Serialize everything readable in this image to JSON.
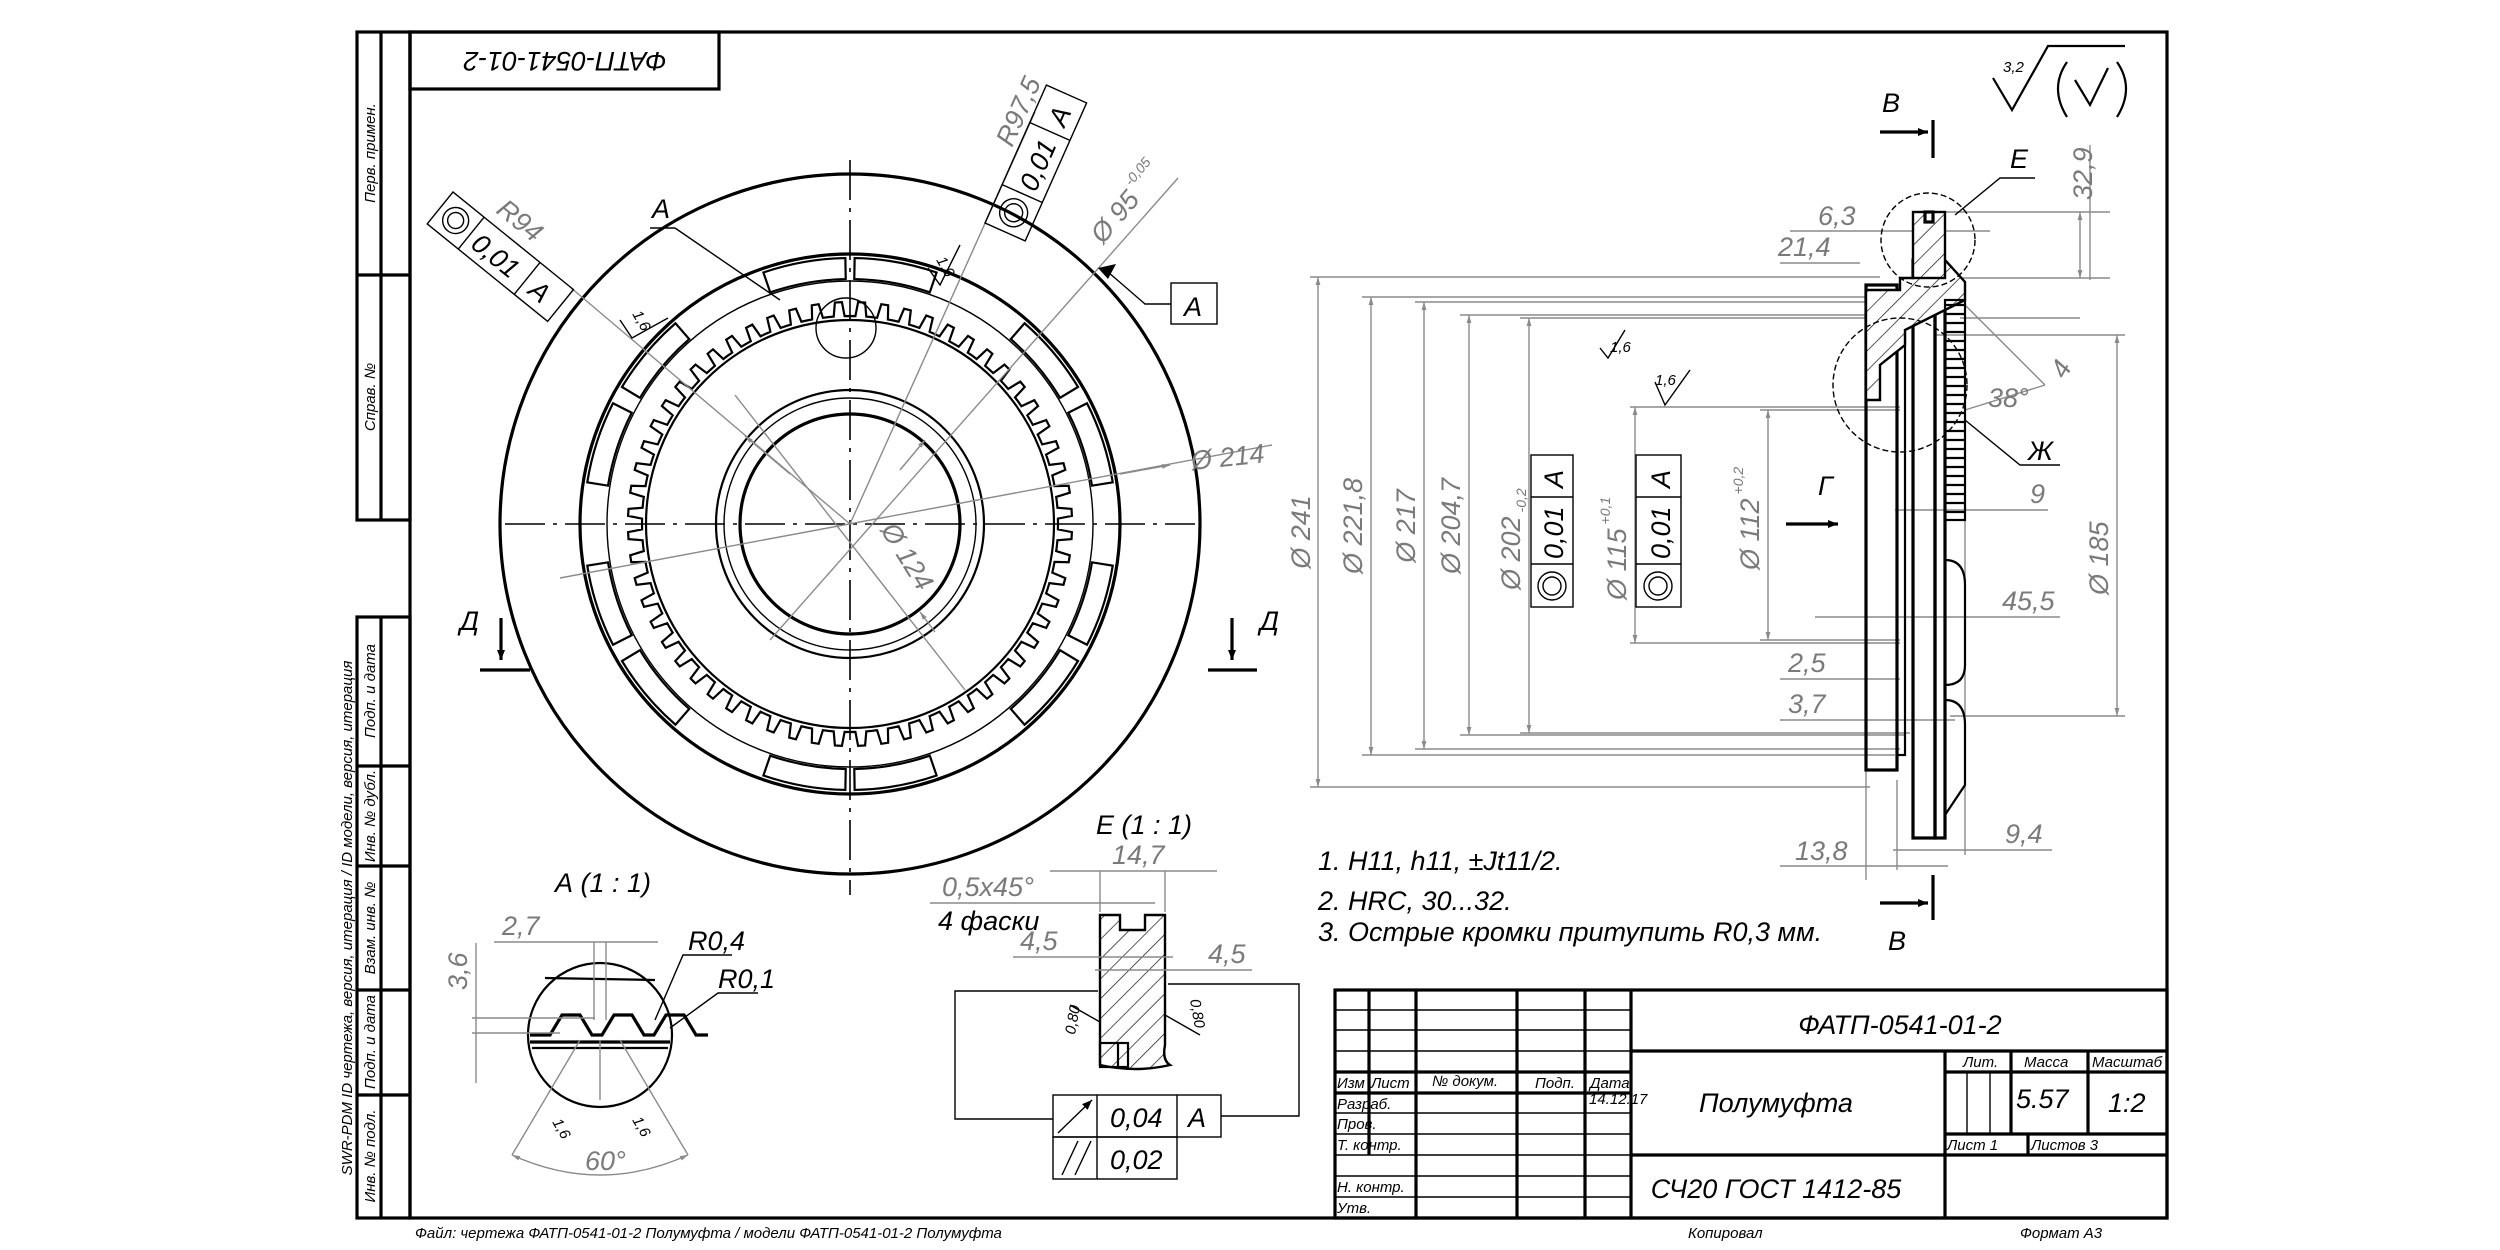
{
  "header_code_inverted": "ФАТП-0541-01-2",
  "roughness": {
    "general": "3,2"
  },
  "left_strip": {
    "top": [
      "Перв. примен.",
      "Справ. №"
    ],
    "bottom": [
      "Подп. и дата",
      "Инв. № дубл.",
      "Взам. инв. №",
      "Подп. и дата",
      "Инв. № подл."
    ],
    "pdm": "SWR-PDM ID чертежа, версия, итерация / ID модели, версия, итерация"
  },
  "main_view": {
    "view_label_a": "А",
    "r94": "R94",
    "fcf_left": {
      "value": "0,01",
      "datum": "A"
    },
    "r97": "R97,5",
    "fcf_top": {
      "value": "0,01",
      "datum": "A"
    },
    "d95": "Ø 95",
    "d95_tol": "-0,05",
    "datum": "A",
    "d214": "Ø 214",
    "d124": "Ø 124",
    "section_left": "Д",
    "section_right": "Д",
    "rough1": "1,6",
    "rough2": "1,6"
  },
  "section_view": {
    "b_top": "В",
    "b_bottom": "В",
    "e": "Е",
    "zh": "Ж",
    "g": "Г",
    "d32_9": "32,9",
    "d6_3": "6,3",
    "d21_4": "21,4",
    "d4": "4",
    "a38": "38°",
    "d9": "9",
    "d45_5": "45,5",
    "d185": "Ø 185",
    "d2_5": "2,5",
    "d3_7": "3,7",
    "d13_8": "13,8",
    "d9_4": "9,4",
    "d241": "Ø 241",
    "d221_8": "Ø 221,8",
    "d217": "Ø 217",
    "d204_7": "Ø 204,7",
    "d202": "Ø 202",
    "d202_tol": "-0,2",
    "d115": "Ø 115",
    "d115_tol": "+0,1",
    "d112": "Ø 112",
    "d112_tol": "+0,2",
    "fcf1": {
      "value": "0,01",
      "datum": "A"
    },
    "fcf2": {
      "value": "0,01",
      "datum": "A"
    },
    "rough1": "1,6",
    "rough2": "1,6"
  },
  "detail_a": {
    "title": "А  (1 : 1)",
    "d2_7": "2,7",
    "d3_6": "3,6",
    "r04": "R0,4",
    "r01": "R0,1",
    "a60": "60°",
    "rough1": "1,6",
    "rough2": "1,6"
  },
  "detail_e": {
    "title": "Е  (1 : 1)",
    "d14_7": "14,7",
    "chamfer": "0,5x45°",
    "chamfer_note": "4 фаски",
    "d4_5_left": "4,5",
    "d4_5_right": "4,5",
    "rough_left": "0,80",
    "rough_right": "0,80",
    "fcf_runout": {
      "value": "0,04",
      "datum": "A"
    },
    "fcf_parallel": {
      "value": "0,02"
    }
  },
  "notes": [
    "1. H11, h11, ±Jt11/2.",
    "2. HRC, 30...32.",
    "3. Острые кромки притупить R0,3 мм."
  ],
  "title_block": {
    "designation": "ФАТП-0541-01-2",
    "name": "Полумуфта",
    "material": "СЧ20 ГОСТ 1412-85",
    "col_headers": [
      "Изм",
      "Лист",
      "№ докум.",
      "Подп.",
      "Дата"
    ],
    "rows": [
      "Разраб.",
      "Пров.",
      "Т. контр.",
      "",
      "Н. контр.",
      "Утв."
    ],
    "date": "14.12.17",
    "lit_label": "Лит.",
    "mass_label": "Масса",
    "scale_label": "Масштаб",
    "mass": "5.57",
    "scale": "1:2",
    "sheet": "Лист  1",
    "sheets": "Листов   3"
  },
  "footer": {
    "file": "Файл: чертежа ФАТП-0541-01-2 Полумуфта / модели ФАТП-0541-01-2 Полумуфта",
    "copied": "Копировал",
    "format": "Формат А3"
  }
}
